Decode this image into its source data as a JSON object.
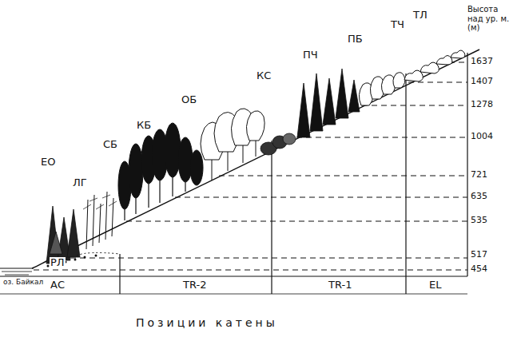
{
  "diagram": {
    "labels": [
      "ЕО",
      "ЛГ",
      "СБ",
      "КБ",
      "ОБ",
      "КС",
      "ПЧ",
      "ПБ",
      "ТЧ",
      "ТЛ",
      "Высота над ур. м. (м)",
      "1637",
      "1407",
      "1278",
      "1004",
      "721",
      "635",
      "535",
      "517",
      "454",
      "оз. Байкал",
      "РЛ",
      "АС",
      "TR-2",
      "TR-1",
      "EL",
      "Позиции катены"
    ]
  }
}
